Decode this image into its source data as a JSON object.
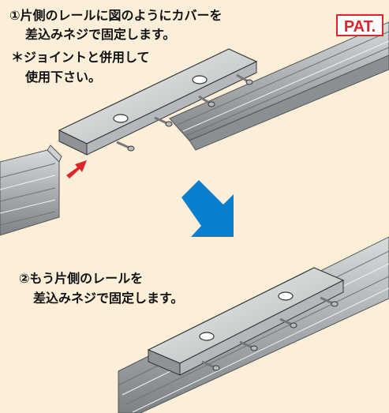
{
  "step1": {
    "line1": "①片側のレールに図のようにカバーを",
    "line2": "差込みネジで固定します。",
    "note1": "＊ジョイントと併用して",
    "note2": "使用下さい。"
  },
  "step2": {
    "line1": "②もう片側のレールを",
    "line2": "差込みネジで固定します。"
  },
  "badge": {
    "label": "PAT."
  },
  "icons": {
    "insert_arrow": "red-arrow-icon",
    "down_arrow": "blue-down-arrow-icon"
  },
  "colors": {
    "background": "#fbefd9",
    "badge_red": "#e1242a",
    "arrow_blue": "#0a7fd0",
    "arrow_red": "#e1242a"
  }
}
